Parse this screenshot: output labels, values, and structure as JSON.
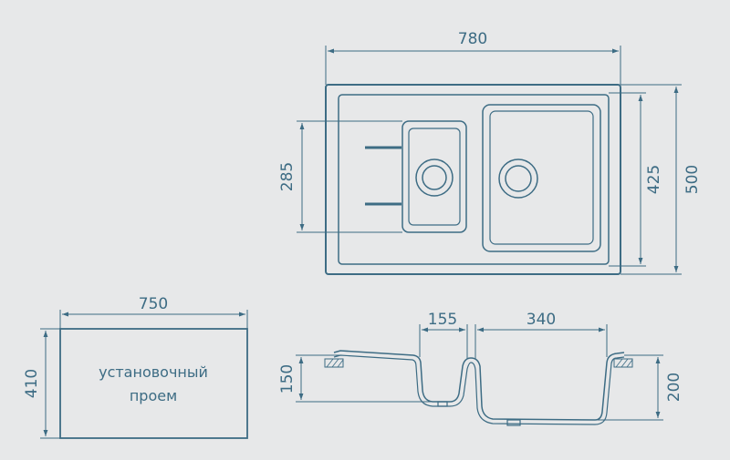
{
  "colors": {
    "background": "#e7e8e9",
    "line": "#3d6c84"
  },
  "top_view": {
    "overall_width": "780",
    "overall_depth": "500",
    "large_bowl_depth": "425",
    "small_bowl_depth": "285"
  },
  "cutout": {
    "width": "750",
    "depth": "410",
    "label_line1": "установочный",
    "label_line2": "проем"
  },
  "section_view": {
    "small_bowl_width": "155",
    "large_bowl_width": "340",
    "small_bowl_depth": "150",
    "large_bowl_depth": "200"
  }
}
